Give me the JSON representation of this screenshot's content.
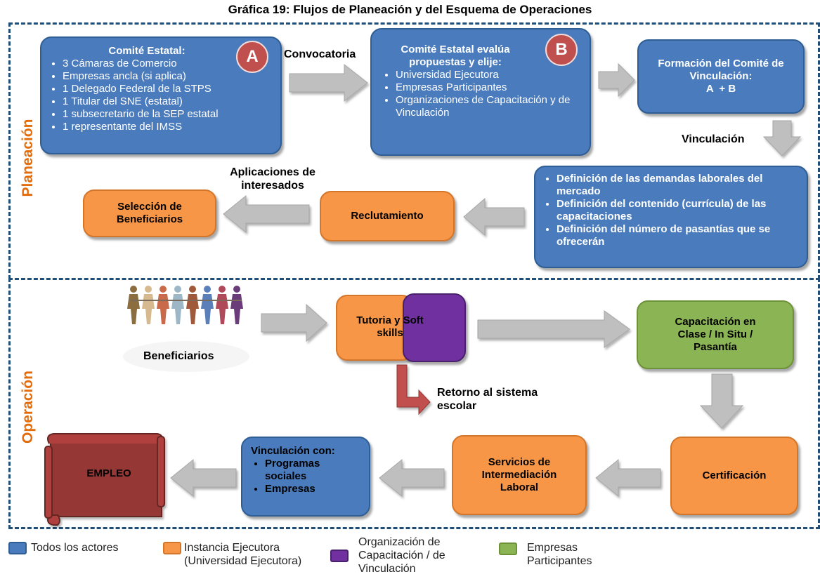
{
  "title": "Gráfica 19: Flujos de Planeación y del Esquema de Operaciones",
  "sections": {
    "planeacion": "Planeación",
    "operacion": "Operación"
  },
  "planeacion": {
    "comite_estatal": {
      "heading": "Comité Estatal:",
      "badge": "A",
      "items": [
        "3 Cámaras de Comercio",
        "Empresas ancla (si aplica)",
        "1 Delegado Federal de la STPS",
        "1 Titular del SNE (estatal)",
        "1 subsecretario de la SEP estatal",
        "1 representante del IMSS"
      ]
    },
    "convocatoria_label": "Convocatoria",
    "comite_evalua": {
      "heading": "Comité Estatal evalúa propuestas y elije:",
      "badge": "B",
      "items": [
        "Universidad Ejecutora",
        "Empresas Participantes",
        "Organizaciones de Capacitación y de Vinculación"
      ]
    },
    "formacion": {
      "line1": "Formación del Comité de Vinculación:",
      "line2": "A  + B"
    },
    "vinculacion_label": "Vinculación",
    "definiciones": [
      "Definición de las demandas laborales del mercado",
      "Definición del contenido (currícula) de las  capacitaciones",
      "Definición del número de pasantías que se ofrecerán"
    ],
    "reclutamiento": "Reclutamiento",
    "aplicaciones_label": "Aplicaciones de interesados",
    "seleccion": "Selección de Beneficiarios"
  },
  "operacion": {
    "beneficiarios": "Beneficiarios",
    "tutoria": "Tutoria y Soft skills",
    "retorno_label": "Retorno al sistema escolar",
    "capacitacion": "Capacitación en Clase / In Situ / Pasantía",
    "certificacion": "Certificación",
    "servicios": "Servicios de Intermediación Laboral",
    "vinculacion_con": {
      "heading": "Vinculación con:",
      "items": [
        "Programas sociales",
        "Empresas"
      ]
    },
    "empleo": "EMPLEO"
  },
  "legend": [
    {
      "label": "Todos los actores",
      "color": "#4a7bbd"
    },
    {
      "label": "Instancia  Ejecutora (Universidad Ejecutora)",
      "color": "#f79646"
    },
    {
      "label": "Organización de Capacitación / de Vinculación",
      "color": "#7030a0"
    },
    {
      "label": "Empresas Participantes",
      "color": "#8bb454"
    }
  ],
  "colors": {
    "blue": "#4a7bbd",
    "orange": "#f79646",
    "purple": "#7030a0",
    "green": "#8bb454",
    "red": "#c0504d",
    "section_border": "#1f4e79",
    "section_label": "#e46c0a",
    "arrow": "#bfbfbf"
  }
}
